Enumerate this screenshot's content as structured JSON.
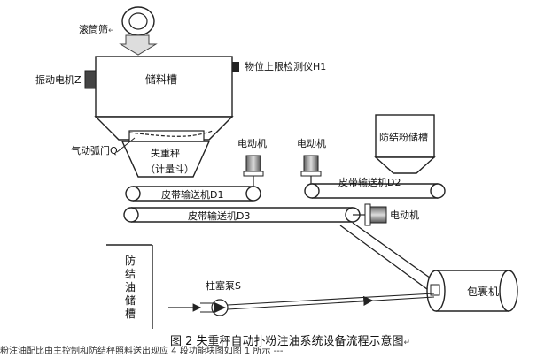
{
  "labels": {
    "drum_screen": "滚筒筛",
    "storage_tank": "储料槽",
    "level_detector": "物位上限检测仪H1",
    "vibration_motor": "振动电机Z",
    "pneumatic_gate": "气动弧门Q",
    "loss_in_weight_scale": "失重秤",
    "metering_hopper": "（计量斗）",
    "motor_1": "电动机",
    "motor_2": "电动机",
    "motor_3": "电动机",
    "anti_caking_powder_tank": "防结粉储槽",
    "belt_d1": "皮带输送机D1",
    "belt_d2": "皮带输送机D2",
    "belt_d3": "皮带输送机D3",
    "anti_caking_oil_tank": "防结油储槽",
    "plunger_pump": "柱塞泵S",
    "wrapping_machine": "包裹机",
    "caption": "图 2 失重秤自动扑粉注油系统设备流程示意图",
    "footer_fragment": "粉注油配比由主控制和防结秤照料送出现应 4 段功能块图如图 1 所示 ---"
  },
  "paragraph_mark": "↵"
}
